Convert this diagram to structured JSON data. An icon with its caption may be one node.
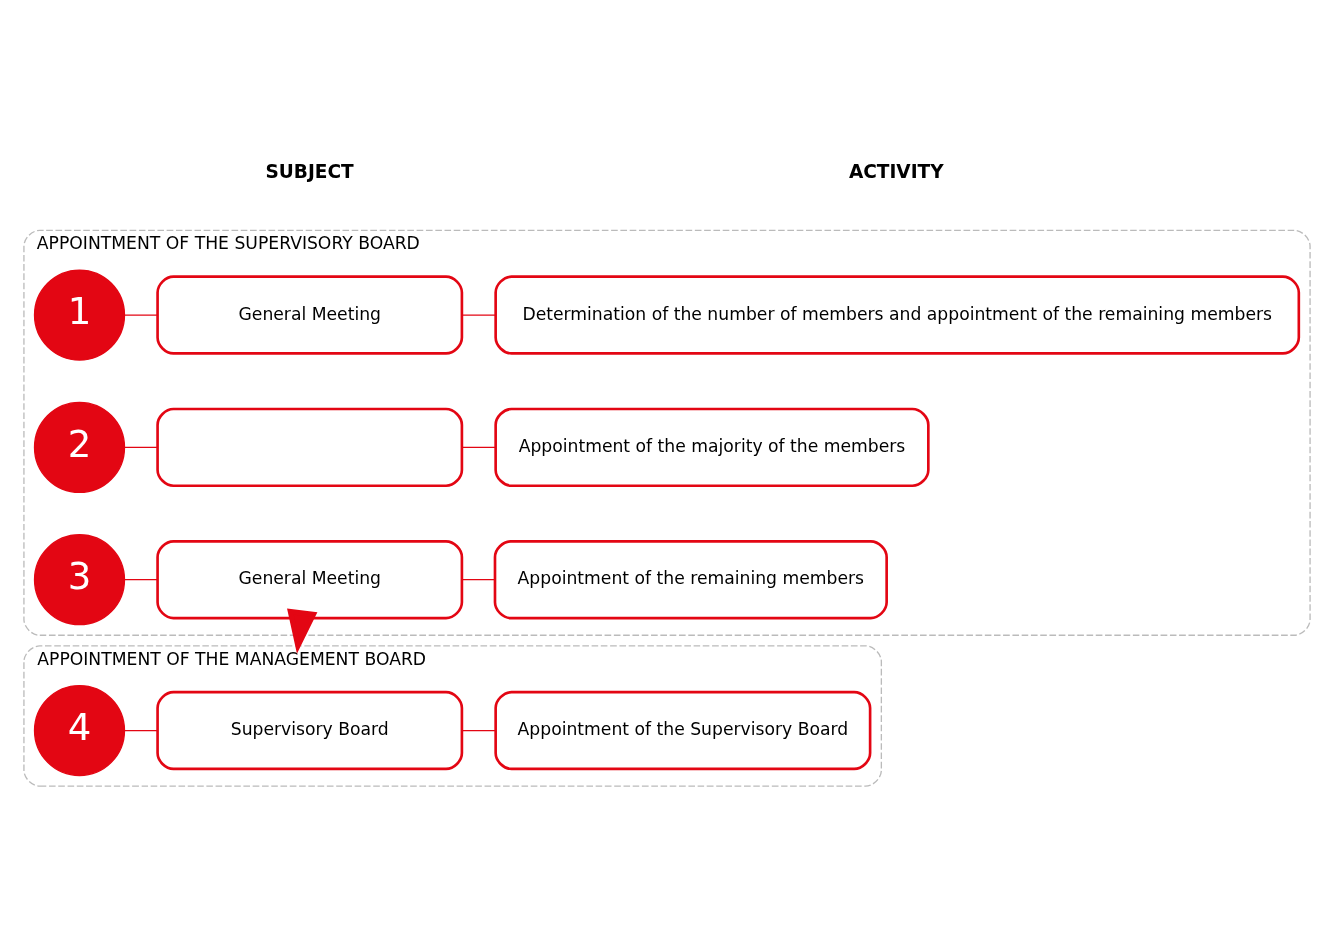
{
  "diagram": {
    "nodes": [
      {
        "text": [
          "APPOINTMENT OF THE SUPERVISORY BOARD"
        ]
      },
      {
        "text": [
          "1"
        ],
        "in": 0
      },
      {
        "text": [
          "General Meeting"
        ],
        "in": 0
      },
      {
        "text": [
          "Determination of the number of members and appointment of the remaining members"
        ],
        "in": 0
      },
      {
        "text": [
          "2"
        ],
        "in": 0
      },
      {
        "text": [],
        "shape": "box",
        "in": 0
      },
      {
        "text": [
          "Appointment of the majority of the members"
        ],
        "in": 0
      },
      {
        "text": [
          "3"
        ],
        "in": 0
      },
      {
        "text": [
          "General Meeting"
        ],
        "in": 0
      },
      {
        "text": [
          "Appointment of the remaining members"
        ],
        "in": 0
      },
      {
        "text": [
          "APPOINTMENT OF THE MANAGEMENT BOARD"
        ]
      },
      {
        "text": [
          "4"
        ],
        "in": 10
      },
      {
        "text": [
          "Supervisory Board"
        ],
        "in": 10
      },
      {
        "text": [
          "Appointment of the Supervisory Board"
        ],
        "in": 10
      }
    ],
    "edges": [
      {
        "from": 1,
        "to": 2,
        "arrow": "none"
      },
      {
        "from": 2,
        "to": 3,
        "arrow": "none"
      },
      {
        "from": 4,
        "to": 5,
        "arrow": "none"
      },
      {
        "from": 5,
        "to": 6,
        "arrow": "none"
      },
      {
        "from": 7,
        "to": 8,
        "arrow": "none"
      },
      {
        "from": 8,
        "to": 9,
        "arrow": "none"
      },
      {
        "from": 11,
        "to": 12,
        "arrow": "none"
      },
      {
        "from": 12,
        "to": 13,
        "arrow": "none"
      },
      {
        "from": 0,
        "to": 10,
        "arrow": "to",
        "style": "thick"
      }
    ],
    "labels": [
      "SUBJECT",
      "ACTIVITY"
    ]
  }
}
